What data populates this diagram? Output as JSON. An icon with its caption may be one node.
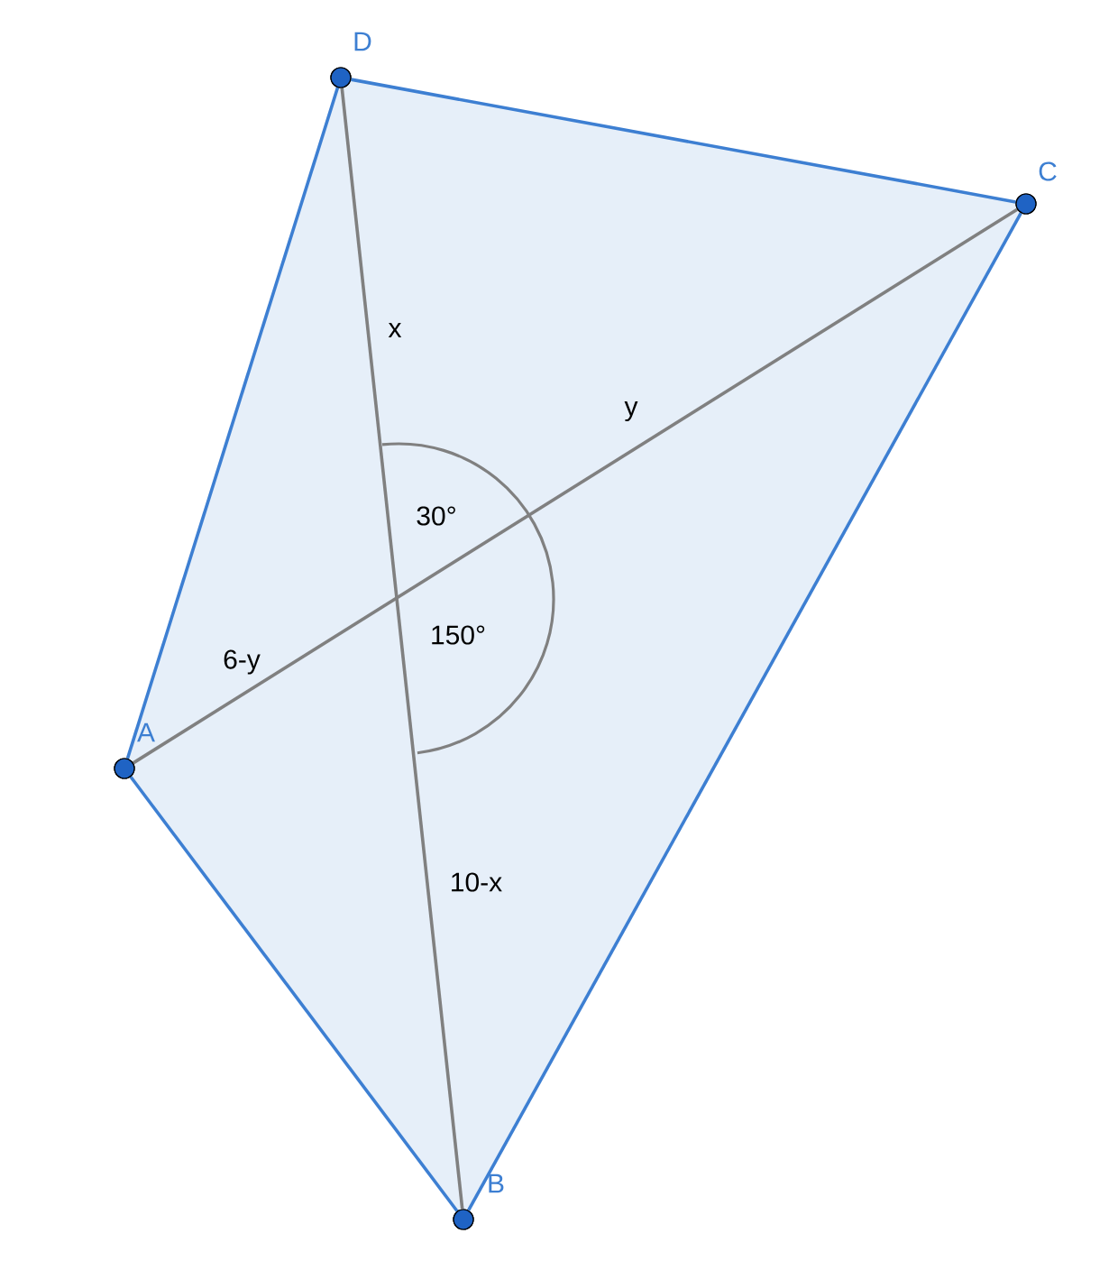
{
  "diagram": {
    "nodes": [
      {
        "text": [
          "D"
        ]
      },
      {
        "text": [
          "C"
        ]
      },
      {
        "text": [
          "A"
        ]
      },
      {
        "text": [
          "B"
        ]
      }
    ],
    "edges": [
      {
        "from": 0,
        "to": 1,
        "arrow": "none"
      },
      {
        "from": 1,
        "to": 3,
        "arrow": "none"
      },
      {
        "from": 3,
        "to": 2,
        "arrow": "none"
      },
      {
        "from": 2,
        "to": 0,
        "arrow": "none"
      },
      {
        "from": 2,
        "to": 1,
        "arrow": "none",
        "color": "#808080"
      },
      {
        "from": 0,
        "to": 3,
        "arrow": "none",
        "color": "#808080"
      }
    ],
    "labels": [
      "x",
      "y",
      "30°",
      "6-y",
      "150°",
      "10-x"
    ]
  }
}
